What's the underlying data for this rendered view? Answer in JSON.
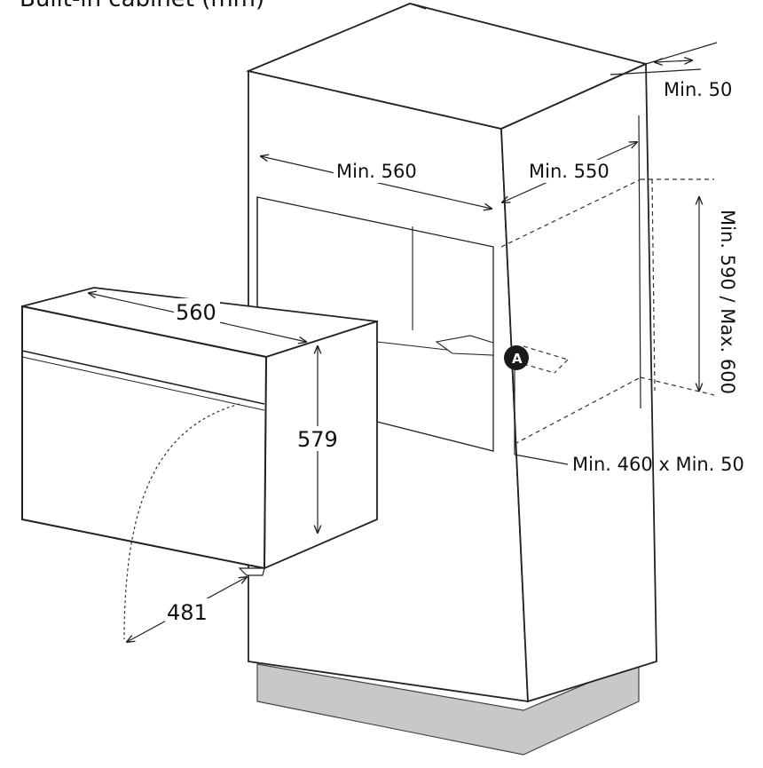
{
  "title": "Built-in cabinet (mm)",
  "marker_label": "A",
  "dimensions": {
    "top_gap": "Min. 50",
    "cabinet_width": "Min. 560",
    "cabinet_depth": "Min. 550",
    "opening_height": "Min. 590 / Max. 600",
    "vent_opening": "Min. 460 x Min. 50",
    "oven_width": "560",
    "oven_height": "579",
    "door_swing": "481"
  },
  "colors": {
    "line": "#222222",
    "plinth": "#c8c8c8",
    "marker": "#1a1a1a"
  }
}
